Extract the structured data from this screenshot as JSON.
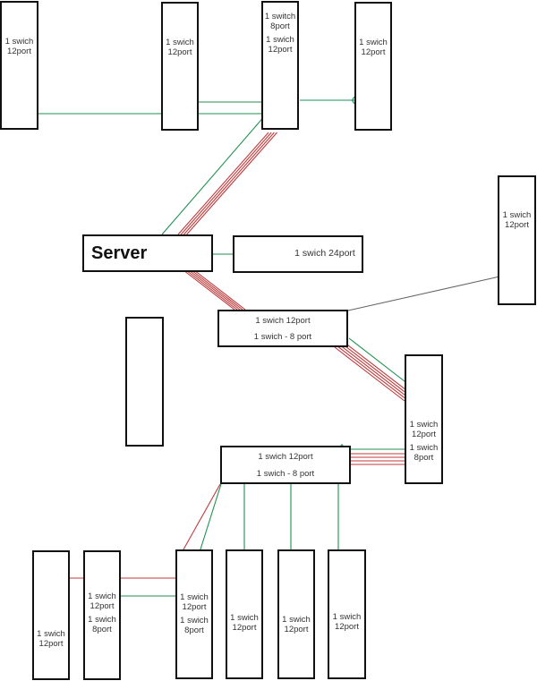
{
  "diagram": {
    "colors": {
      "green_link": "#1f9050",
      "red_link": "#c0393b",
      "gray_link": "#666666",
      "box_border": "#111111"
    },
    "nodes": {
      "sw_top_1": {
        "lines": [
          "1 swich",
          "12port"
        ]
      },
      "sw_top_2": {
        "lines": [
          "1 swich",
          "12port"
        ]
      },
      "sw_top_3": {
        "lines": [
          "1 switch",
          "8port",
          "",
          "1 swich",
          "12port"
        ]
      },
      "sw_top_4": {
        "lines": [
          "1 swich",
          "12port"
        ]
      },
      "server": {
        "label": "Server"
      },
      "sw_24": {
        "label": "1 swich 24port"
      },
      "sw_right": {
        "lines": [
          "1 swich",
          "12port"
        ]
      },
      "sw_mid": {
        "lines": [
          "1 swich 12port",
          "1 swich - 8 port"
        ]
      },
      "blank_box": {
        "lines": []
      },
      "sw_right_mid": {
        "lines": [
          "1 swich",
          "12port",
          "",
          "1 swich",
          "8port"
        ]
      },
      "sw_lower": {
        "lines": [
          "1 swich 12port",
          "1 swich - 8 port"
        ]
      },
      "sw_bot_1": {
        "lines": [
          "1 swich",
          "12port"
        ]
      },
      "sw_bot_2": {
        "lines": [
          "1 swich",
          "12port",
          "",
          "1 swich",
          "8port"
        ]
      },
      "sw_bot_3": {
        "lines": [
          "1 swich",
          "12port",
          "",
          "1 swich",
          "8port"
        ]
      },
      "sw_bot_4": {
        "lines": [
          "1 swich",
          "12port"
        ]
      },
      "sw_bot_5": {
        "lines": [
          "1 swich",
          "12port"
        ]
      },
      "sw_bot_6": {
        "lines": [
          "1 swich",
          "12port"
        ]
      }
    },
    "links": [
      {
        "from": "sw_top_3",
        "to": "sw_top_1",
        "type": "green",
        "count": 1
      },
      {
        "from": "sw_top_3",
        "to": "sw_top_2",
        "type": "green",
        "count": 1
      },
      {
        "from": "sw_top_3",
        "to": "sw_top_4",
        "type": "green",
        "count": 1
      },
      {
        "from": "server",
        "to": "sw_top_3",
        "type": "green",
        "count": 1
      },
      {
        "from": "server",
        "to": "sw_top_3",
        "type": "red",
        "count": 4
      },
      {
        "from": "server",
        "to": "sw_24",
        "type": "green",
        "count": 1
      },
      {
        "from": "server",
        "to": "sw_mid",
        "type": "red",
        "count": 5
      },
      {
        "from": "sw_mid",
        "to": "sw_right",
        "type": "gray",
        "count": 1
      },
      {
        "from": "sw_mid",
        "to": "sw_right_mid",
        "type": "green",
        "count": 1
      },
      {
        "from": "sw_mid",
        "to": "sw_right_mid",
        "type": "red",
        "count": 5
      },
      {
        "from": "sw_lower",
        "to": "sw_right_mid",
        "type": "green",
        "count": 1
      },
      {
        "from": "sw_lower",
        "to": "sw_right_mid",
        "type": "red",
        "count": 4
      },
      {
        "from": "sw_lower",
        "to": "sw_bot_3",
        "type": "green",
        "count": 1
      },
      {
        "from": "sw_lower",
        "to": "sw_bot_3",
        "type": "red",
        "count": 1
      },
      {
        "from": "sw_lower",
        "to": "sw_bot_4",
        "type": "green",
        "count": 1
      },
      {
        "from": "sw_lower",
        "to": "sw_bot_5",
        "type": "green",
        "count": 1
      },
      {
        "from": "sw_lower",
        "to": "sw_bot_6",
        "type": "green",
        "count": 1
      },
      {
        "from": "sw_bot_3",
        "to": "sw_bot_2",
        "type": "green",
        "count": 1
      },
      {
        "from": "sw_bot_3",
        "to": "sw_bot_1",
        "type": "red",
        "count": 1
      }
    ]
  }
}
